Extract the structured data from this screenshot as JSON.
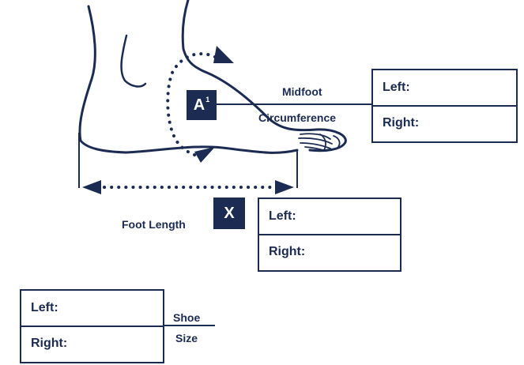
{
  "badges": {
    "midfoot": {
      "letter": "A",
      "superscript": "1"
    },
    "length": {
      "letter": "X"
    }
  },
  "labels": {
    "midfoot": "Midfoot",
    "circumference": "Circumference",
    "foot_length": "Foot Length",
    "shoe": "Shoe",
    "size": "Size"
  },
  "fields": {
    "midfoot": {
      "left": "Left:",
      "right": "Right:"
    },
    "length": {
      "left": "Left:",
      "right": "Right:"
    },
    "shoe_size": {
      "left": "Left:",
      "right": "Right:"
    }
  },
  "colors": {
    "ink": "#1c2b52",
    "background": "#ffffff"
  }
}
